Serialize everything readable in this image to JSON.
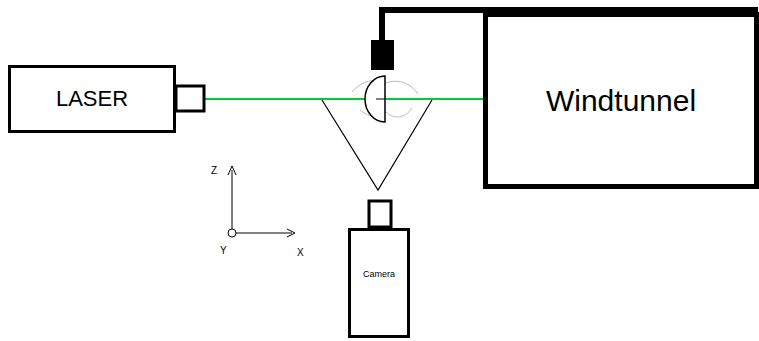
{
  "diagram": {
    "nodes": [
      {
        "text": [
          "LASER"
        ]
      },
      {
        "text": [
          "Windtunnel"
        ]
      },
      {
        "text": [
          "Camera"
        ]
      }
    ],
    "edges": [
      {
        "from": 0,
        "to": 1,
        "arrow": "none"
      }
    ],
    "labels": [
      "Z",
      "Y",
      "X"
    ]
  }
}
